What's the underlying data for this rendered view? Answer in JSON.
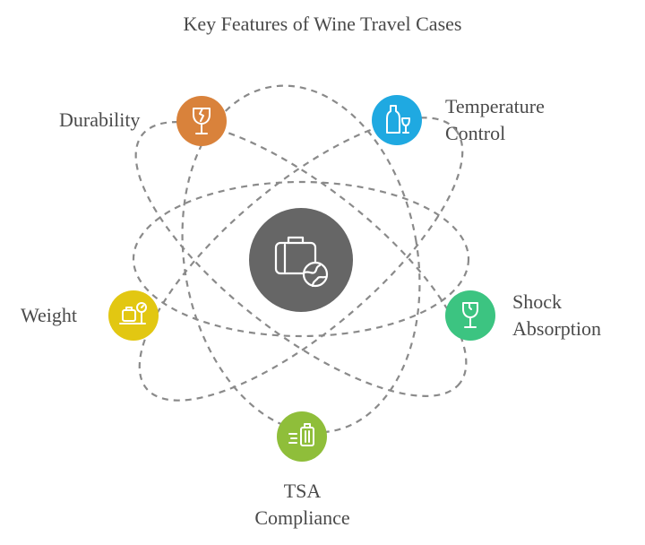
{
  "title": "Key Features of Wine Travel Cases",
  "center": {
    "icon": "luggage-globe-icon",
    "color": "#666666"
  },
  "features": [
    {
      "id": "durability",
      "label_lines": [
        "Durability"
      ],
      "icon": "wine-glass-broken-icon",
      "color": "#d9823b"
    },
    {
      "id": "temperature-control",
      "label_lines": [
        "Temperature",
        "Control"
      ],
      "icon": "wine-bottle-glass-icon",
      "color": "#1fa9e1"
    },
    {
      "id": "shock-absorption",
      "label_lines": [
        "Shock",
        "Absorption"
      ],
      "icon": "wine-glass-icon",
      "color": "#3cc481"
    },
    {
      "id": "tsa-compliance",
      "label_lines": [
        "TSA",
        "Compliance"
      ],
      "icon": "suitcase-speed-icon",
      "color": "#8fbe3a"
    },
    {
      "id": "weight",
      "label_lines": [
        "Weight"
      ],
      "icon": "luggage-scale-icon",
      "color": "#e2c712"
    }
  ]
}
